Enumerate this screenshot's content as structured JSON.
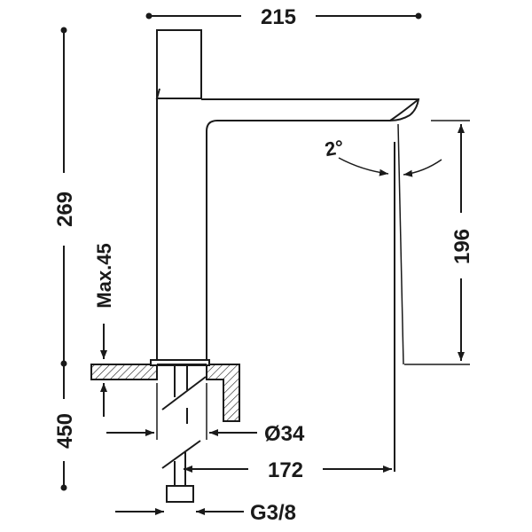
{
  "dimensions": {
    "top_width": "215",
    "left_total_upper": "269",
    "left_total_lower": "450",
    "max_deck": "Max.45",
    "spout_height": "196",
    "angle": "2°",
    "hole_diameter": "Ø34",
    "reach": "172",
    "connection": "G3/8"
  },
  "colors": {
    "line": "#1a1a1a",
    "hatch": "#1a1a1a",
    "background": "#ffffff"
  }
}
